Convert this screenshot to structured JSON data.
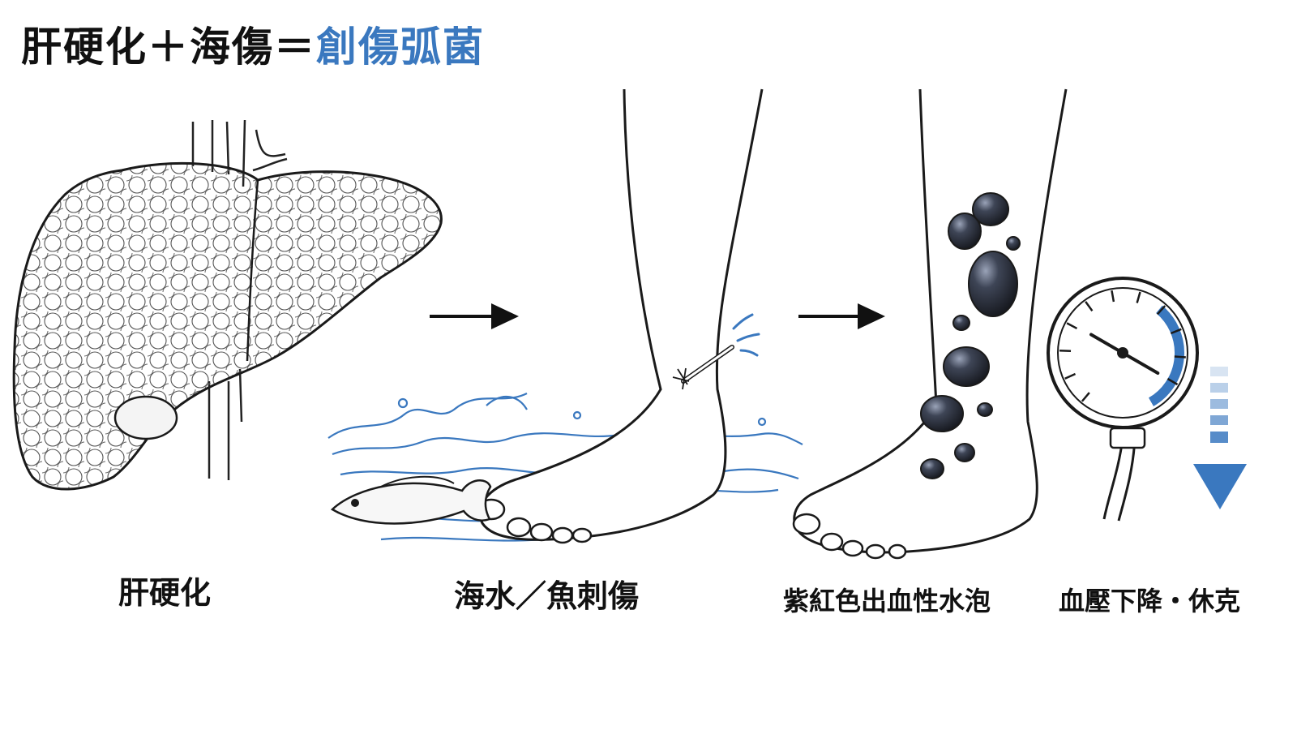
{
  "title": {
    "prefix": "肝硬化＋海傷＝",
    "accent": "創傷弧菌"
  },
  "captions": {
    "liver": "肝硬化",
    "wound": "海水／魚刺傷",
    "bulla": "紫紅色出血性水泡",
    "shock": "血壓下降・休克"
  },
  "colors": {
    "accent": "#3a78bf",
    "ink": "#111111",
    "water": "#3a78bf",
    "bulla": "#2b2f3a"
  },
  "gauge": {
    "level": 0.2
  }
}
